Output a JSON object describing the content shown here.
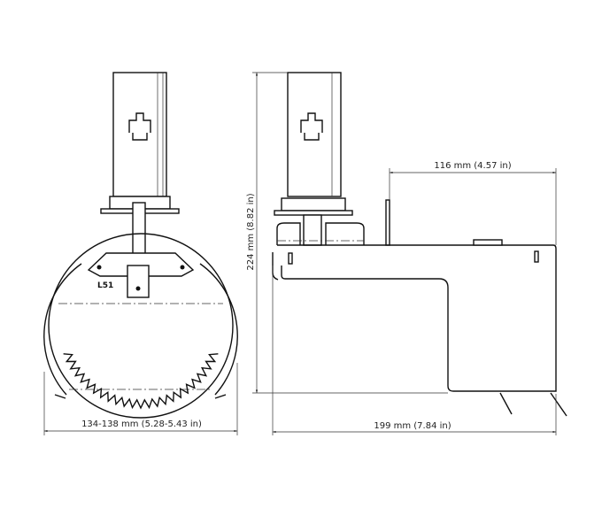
{
  "drawing": {
    "part_label": "L51",
    "dimensions": {
      "clamp_width": "134-138 mm (5.28-5.43 in)",
      "overall_length": "199 mm (7.84 in)",
      "overall_height": "224 mm (8.82 in)",
      "arm_length": "116 mm (4.57 in)"
    }
  }
}
